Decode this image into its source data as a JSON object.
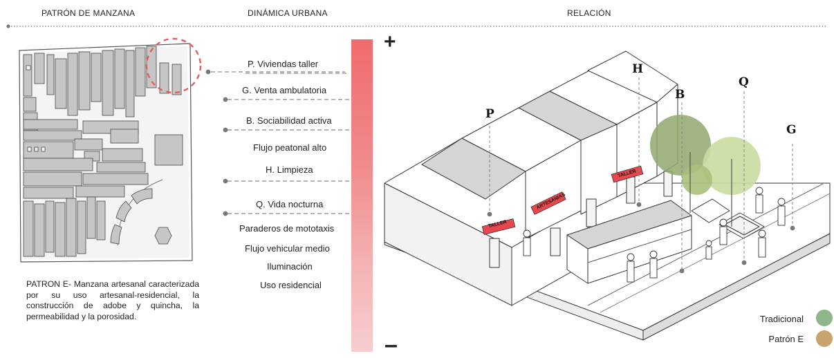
{
  "headers": {
    "pattern": "PATRÓN DE MANZANA",
    "dynamics": "DINÁMICA URBANA",
    "relation": "RELACIÓN"
  },
  "factors": [
    "P. Viviendas taller",
    "G. Venta ambulatoria",
    "B. Sociabilidad activa",
    "Flujo peatonal alto",
    "H. Limpieza",
    "Q. Vida nocturna",
    "Paraderos de mototaxis",
    "Flujo vehicular medio",
    "Iluminación",
    "Uso residencial"
  ],
  "scale": {
    "plus": "+",
    "minus": "–"
  },
  "description": "PATRON E- Manzana artesanal caracterizada por su uso artesanal-residencial, la construcción de adobe y quincha, la permeabilidad y la porosidad.",
  "letters": {
    "p": "P",
    "h": "H",
    "b": "B",
    "q": "Q",
    "g": "G"
  },
  "signs": {
    "taller_1": "TALLER",
    "taller_2": "TALLER",
    "artesanias": "ARTESANIAS"
  },
  "legend": [
    {
      "label": "Tradicional",
      "color": "#8fb58b"
    },
    {
      "label": "Patrón E",
      "color": "#c8a26f"
    }
  ],
  "colors": {
    "block_fill": "#c6c6c6",
    "highlight_circle": "#e35d5d",
    "bar_top": "#ef6b6e",
    "bar_bottom": "#f7cdce",
    "sign_fill": "#e8474d",
    "tree_dark": "#8fa86b",
    "tree_light": "#c9dca0"
  }
}
